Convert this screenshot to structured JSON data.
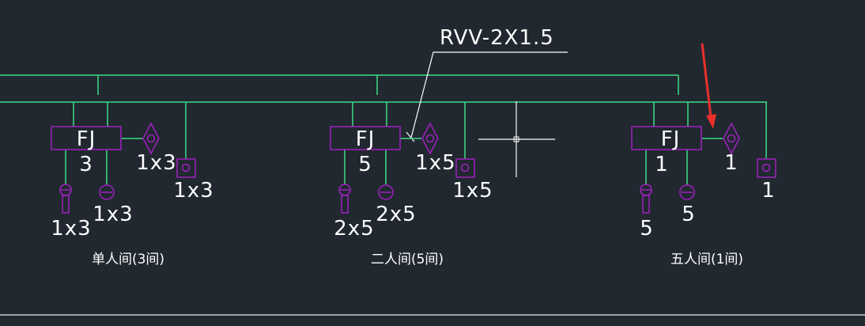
{
  "colors": {
    "background": "#212830",
    "bus": "#3ddc84",
    "box": "#a020c0",
    "text": "#ffffff",
    "arrow": "#e8302a",
    "crosshair": "#ffffff"
  },
  "cable_label": "RVV-2X1.5",
  "units": [
    {
      "box_label": "FJ",
      "box_count": "3",
      "diamond_label": "1x3",
      "square_label": "1x3",
      "lamp_label": "1x3",
      "circle_label": "1x3",
      "caption": "单人间(3间)"
    },
    {
      "box_label": "FJ",
      "box_count": "5",
      "diamond_label": "1x5",
      "square_label": "1x5",
      "lamp_label": "2x5",
      "circle_label": "2x5",
      "caption": "二人间(5间)"
    },
    {
      "box_label": "FJ",
      "box_count": "1",
      "diamond_label": "1",
      "square_label": "1",
      "lamp_label": "5",
      "circle_label": "5",
      "caption": "五人间(1间)"
    }
  ]
}
